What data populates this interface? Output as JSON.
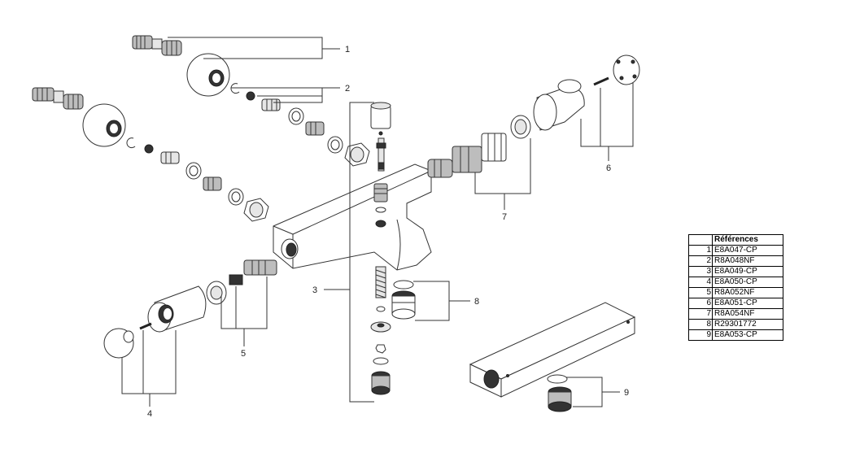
{
  "callouts": [
    "1",
    "2",
    "3",
    "4",
    "5",
    "6",
    "7",
    "8",
    "9"
  ],
  "references": {
    "header": "Références",
    "rows": [
      {
        "num": "1",
        "code": "E8A047-CP"
      },
      {
        "num": "2",
        "code": "R8A048NF"
      },
      {
        "num": "3",
        "code": "E8A049-CP"
      },
      {
        "num": "4",
        "code": "E8A050-CP"
      },
      {
        "num": "5",
        "code": "R8A052NF"
      },
      {
        "num": "6",
        "code": "E8A051-CP"
      },
      {
        "num": "7",
        "code": "R8A054NF"
      },
      {
        "num": "8",
        "code": "R29301772"
      },
      {
        "num": "9",
        "code": "E8A053-CP"
      }
    ]
  }
}
